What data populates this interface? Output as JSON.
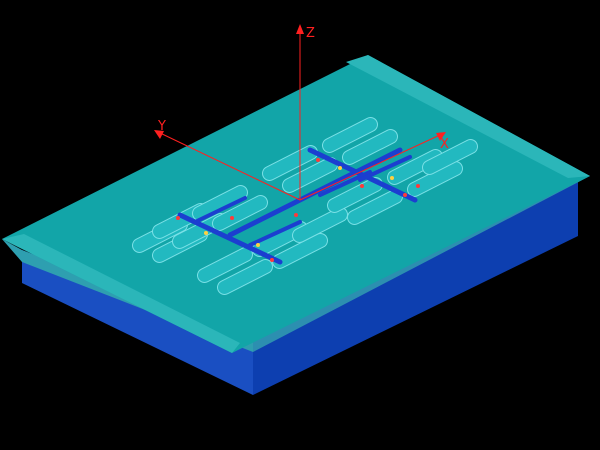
{
  "viewport": {
    "background": "#000000",
    "axes": {
      "color": "#ff2020",
      "labels": {
        "x": "X",
        "y": "Y",
        "z": "Z"
      }
    },
    "part": {
      "top_color": "#12a5a8",
      "top_edge_color": "#2bb6b9",
      "side_front_color": "#1a4fc2",
      "side_right_color": "#0d3fb0",
      "flange_color": "#3ab0b8"
    },
    "features": {
      "cavity_color": "#22b9c0",
      "cavity_edge_color": "#7ae0e6",
      "runner_color": "#1b3fd0",
      "gate_marker_color": "#ff3a3a",
      "gate_alt_color": "#ffd040"
    }
  }
}
